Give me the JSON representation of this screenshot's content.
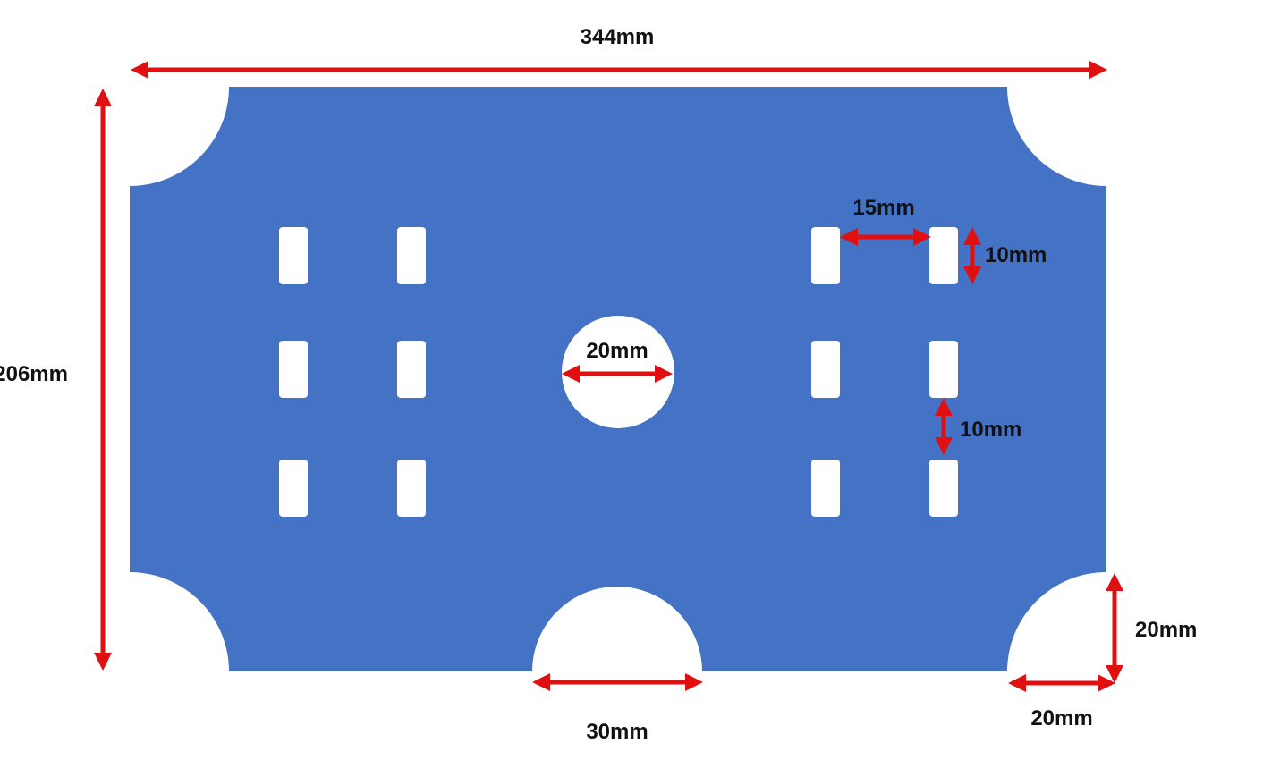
{
  "diagram": {
    "colors": {
      "plate": "#4472c4",
      "cutout": "#ffffff",
      "dimension_arrow": "#e01010",
      "label_text": "#111111"
    },
    "labels": {
      "overall_width": "344mm",
      "overall_height": "206mm",
      "slot_spacing_horizontal": "15mm",
      "slot_height": "10mm",
      "center_hole_diameter": "20mm",
      "slot_spacing_vertical": "10mm",
      "bottom_notch_width": "30mm",
      "corner_notch_height": "20mm",
      "corner_notch_width": "20mm"
    }
  }
}
